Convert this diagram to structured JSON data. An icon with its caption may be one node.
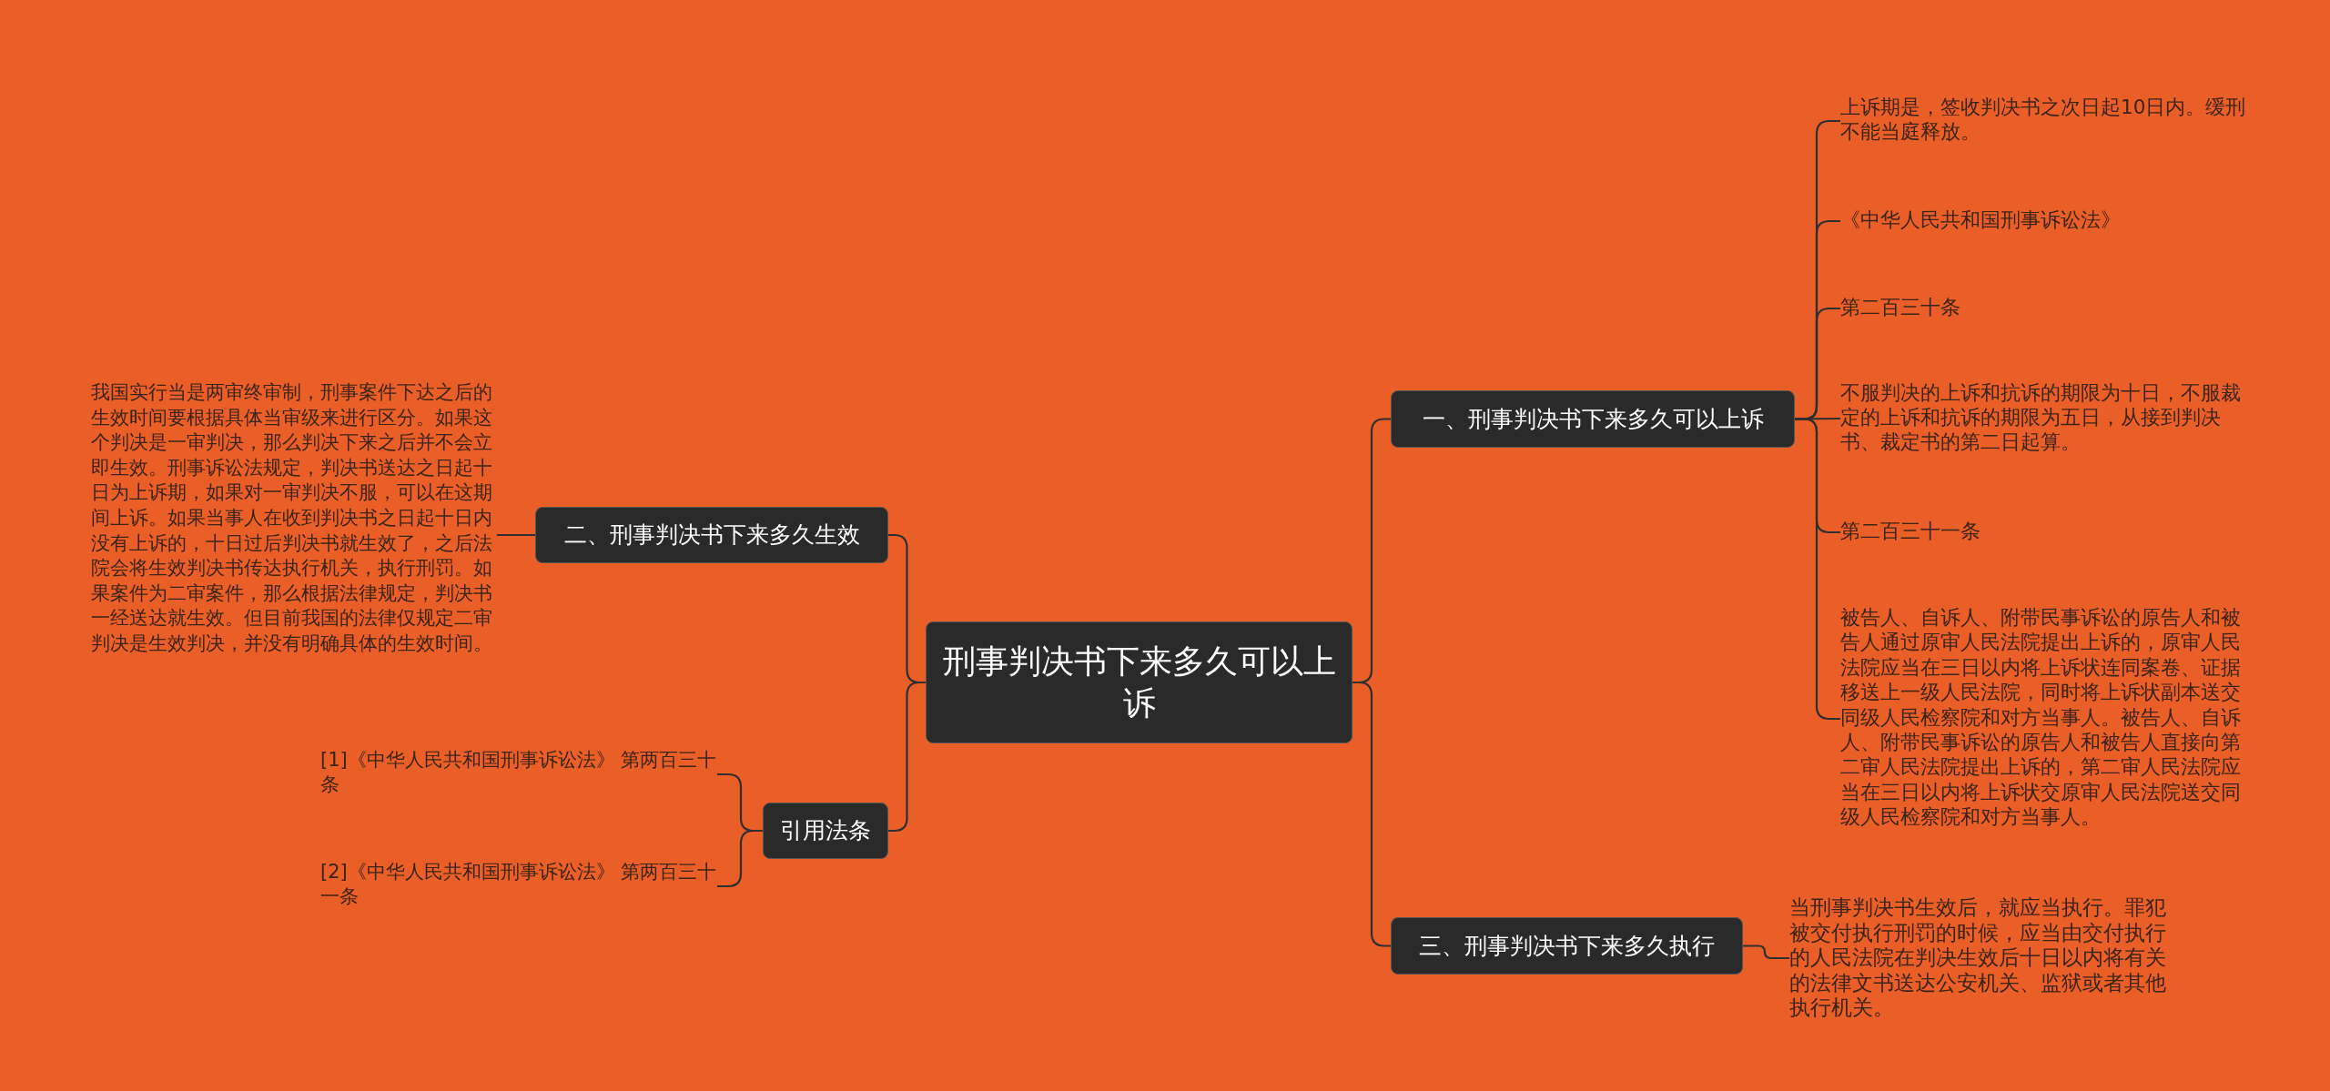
{
  "diagram": {
    "nodes": [
      {
        "text": [
          "刑事判决书下来多久可以上诉"
        ]
      },
      {
        "text": [
          "一、刑事判决书下来多久可以上诉"
        ]
      },
      {
        "text": [
          "二、刑事判决书下来多久生效"
        ]
      },
      {
        "text": [
          "引用法条"
        ]
      },
      {
        "text": [
          "三、刑事判决书下来多久执行"
        ]
      },
      {
        "text": [
          "上诉期是，签收判决书之次日起10日内。缓刑不能当庭释放。"
        ]
      },
      {
        "text": [
          "《中华人民共和国刑事诉讼法》"
        ]
      },
      {
        "text": [
          "第二百三十条"
        ]
      },
      {
        "text": [
          "不服判决的上诉和抗诉的期限为十日，不服裁定的上诉和抗诉的期限为五日，从接到判决书、裁定书的第二日起算。"
        ]
      },
      {
        "text": [
          "第二百三十一条"
        ]
      },
      {
        "text": [
          "被告人、自诉人、附带民事诉讼的原告人和被告人通过原审人民法院提出上诉的，原审人民法院应当在三日以内将上诉状连同案卷、证据移送上一级人民法院，同时将上诉状副本送交同级人民检察院和对方当事人。被告人、自诉人、附带民事诉讼的原告人和被告人直接向第二审人民法院提出上诉的，第二审人民法院应当在三日以内将上诉状交原审人民法院送交同级人民检察院和对方当事人。"
        ]
      },
      {
        "text": [
          "当刑事判决书生效后，就应当执行。罪犯被交付执行刑罚的时候，应当由交付执行的人民法院在判决生效后十日以内将有关的法律文书送达公安机关、监狱或者其他执行机关。"
        ]
      },
      {
        "text": [
          "我国实行当是两审终审制，刑事案件下达之后的生效时间要根据具体当审级来进行区分。如果这个判决是一审判决，那么判决下来之后并不会立即生效。刑事诉讼法规定，判决书送达之日起十日为上诉期，如果对一审判决不服，可以在这期间上诉。如果当事人在收到判决书之日起十日内没有上诉的，十日过后判决书就生效了，之后法院会将生效判决书传达执行机关，执行刑罚。如果案件为二审案件，那么根据法律规定，判决书一经送达就生效。但目前我国的法律仅规定二审判决是生效判决，并没有明确具体的生效时间。"
        ]
      },
      {
        "text": [
          "[1]《中华人民共和国刑事诉讼法》 第两百三十条"
        ]
      },
      {
        "text": [
          "[2]《中华人民共和国刑事诉讼法》 第两百三十一条"
        ]
      }
    ],
    "edges": [
      {
        "from": 0,
        "to": 1,
        "arrow": "none"
      },
      {
        "from": 0,
        "to": 2,
        "arrow": "none"
      },
      {
        "from": 0,
        "to": 3,
        "arrow": "none"
      },
      {
        "from": 0,
        "to": 4,
        "arrow": "none"
      },
      {
        "from": 1,
        "to": 5,
        "arrow": "none"
      },
      {
        "from": 1,
        "to": 6,
        "arrow": "none"
      },
      {
        "from": 1,
        "to": 7,
        "arrow": "none"
      },
      {
        "from": 1,
        "to": 8,
        "arrow": "none"
      },
      {
        "from": 1,
        "to": 9,
        "arrow": "none"
      },
      {
        "from": 1,
        "to": 10,
        "arrow": "none"
      },
      {
        "from": 4,
        "to": 11,
        "arrow": "none"
      },
      {
        "from": 2,
        "to": 12,
        "arrow": "none"
      },
      {
        "from": 3,
        "to": 13,
        "arrow": "none"
      },
      {
        "from": 3,
        "to": 14,
        "arrow": "none"
      }
    ]
  }
}
